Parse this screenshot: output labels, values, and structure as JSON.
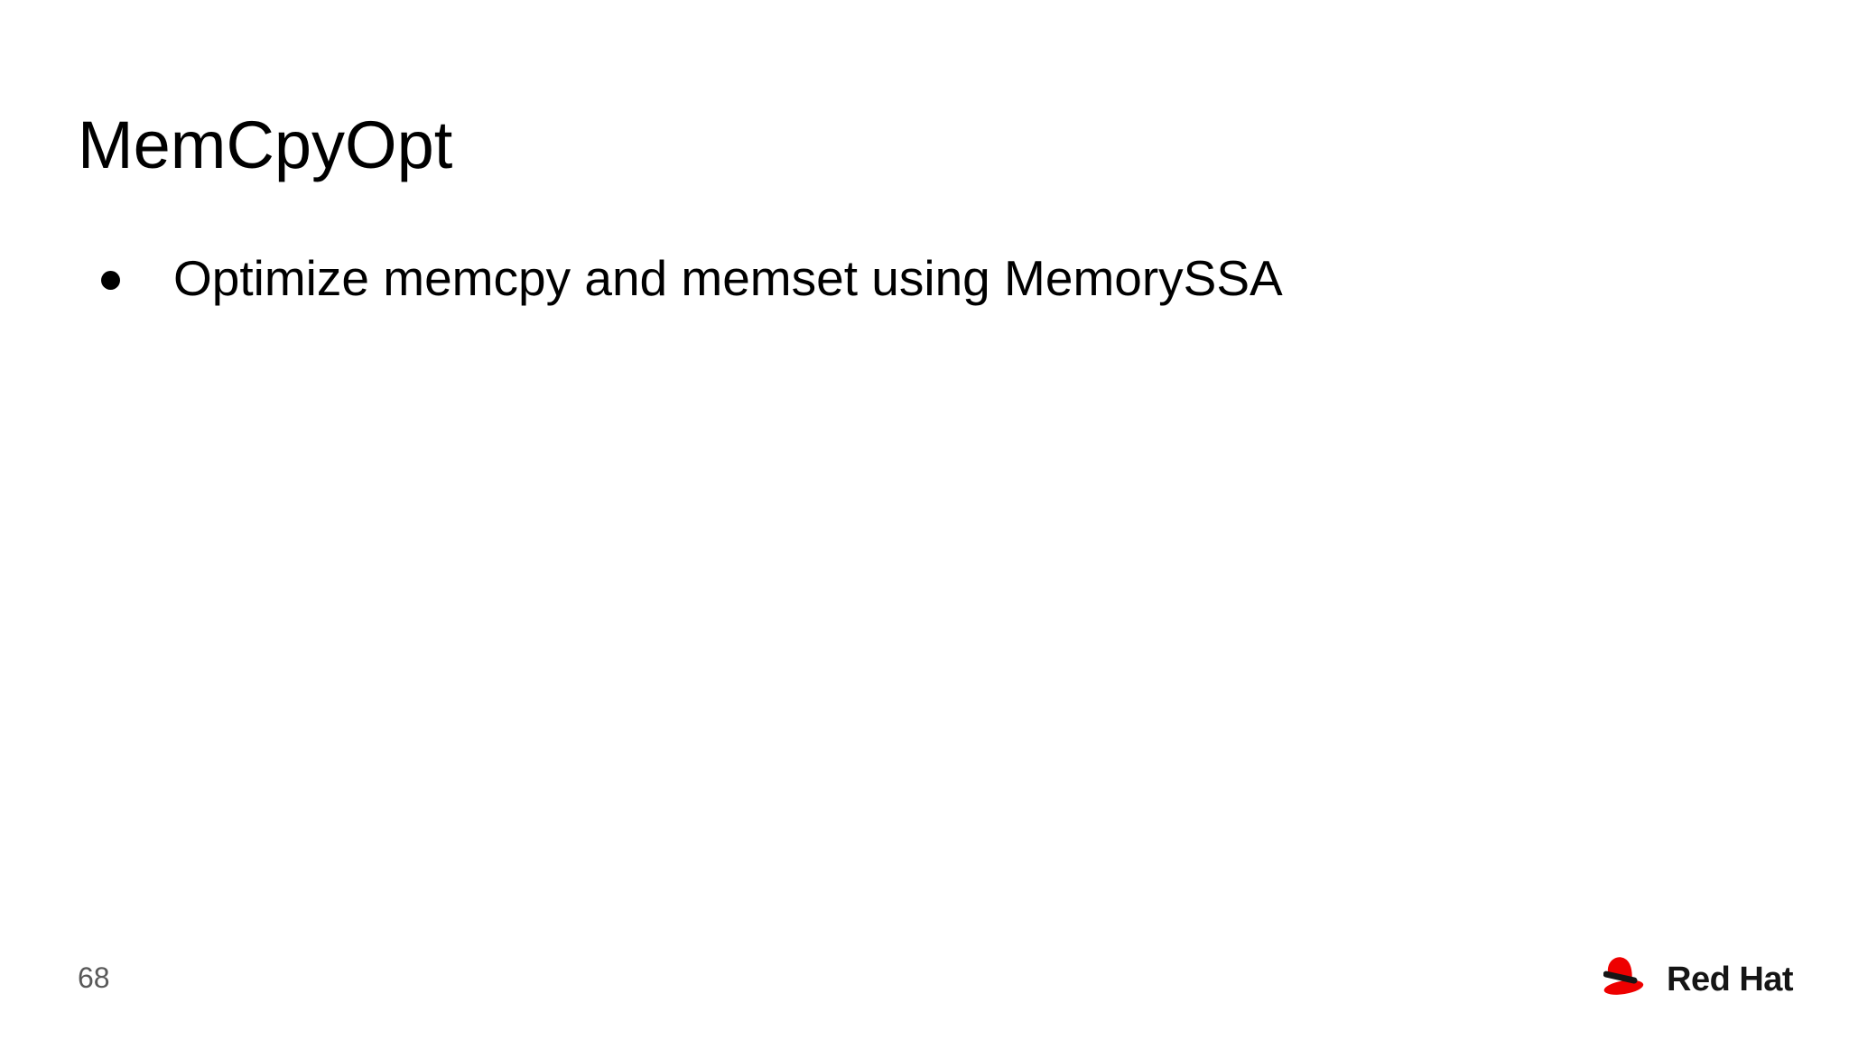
{
  "slide": {
    "title": "MemCpyOpt",
    "bullets": [
      "Optimize memcpy and memset using MemorySSA"
    ],
    "page_number": "68"
  },
  "footer": {
    "logo_text": "Red Hat"
  },
  "colors": {
    "background": "#ffffff",
    "title_text": "#000000",
    "body_text": "#000000",
    "page_number_text": "#595959",
    "logo_red": "#ee0000",
    "logo_dark": "#151515"
  }
}
